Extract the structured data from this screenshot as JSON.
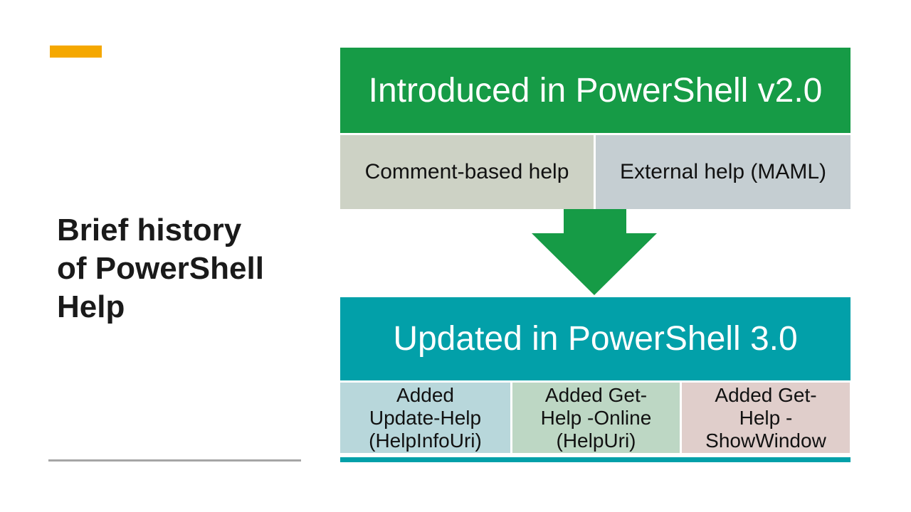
{
  "slide": {
    "background_color": "#FFFFFF",
    "accent_bar_color": "#F5A800",
    "title": "Brief history of PowerShell Help",
    "title_lines": [
      "Brief history",
      "of PowerShell",
      "Help"
    ],
    "divider_color": "#A6A6A6"
  },
  "diagram": {
    "v2_block": {
      "header": "Introduced in PowerShell v2.0",
      "header_color": "#169B46",
      "header_text_color": "#FFFFFF",
      "cells": [
        {
          "text": "Comment-based help",
          "color": "#CDD2C5"
        },
        {
          "text": "External help (MAML)",
          "color": "#C5CED2"
        }
      ]
    },
    "arrow": {
      "icon": "down-arrow",
      "color": "#169B46"
    },
    "v3_block": {
      "header": "Updated in PowerShell 3.0",
      "header_color": "#02A0A9",
      "header_text_color": "#FFFFFF",
      "cells": [
        {
          "text": "Added Update-Help (HelpInfoUri)",
          "lines": [
            "Added",
            "Update-Help",
            "(HelpInfoUri)"
          ],
          "color": "#B8D7DB"
        },
        {
          "text": "Added Get-Help -Online (HelpUri)",
          "lines": [
            "Added Get-",
            "Help -Online",
            "(HelpUri)"
          ],
          "color": "#BDD7C4"
        },
        {
          "text": "Added Get-Help -ShowWindow",
          "lines": [
            "Added Get-",
            "Help -",
            "ShowWindow"
          ],
          "color": "#E0CECB"
        }
      ],
      "bottom_bar_color": "#02A0A9"
    }
  }
}
